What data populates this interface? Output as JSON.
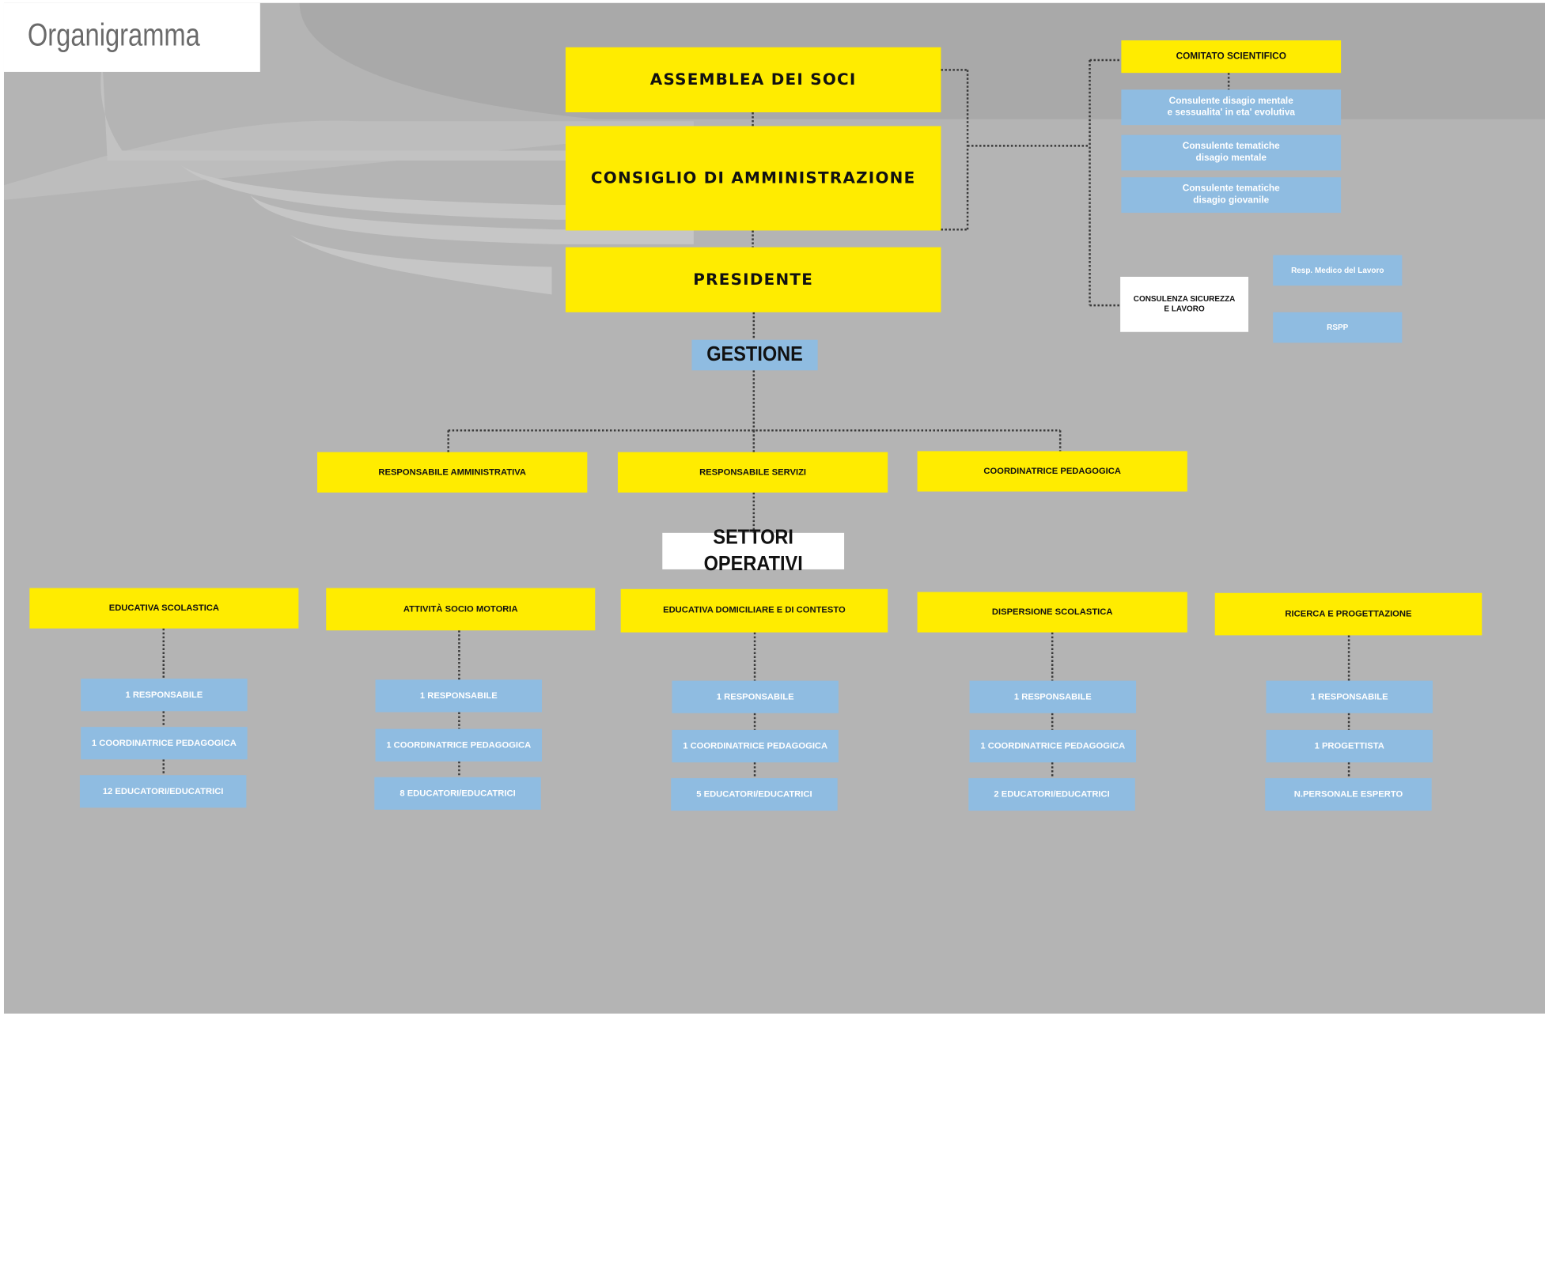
{
  "title": "Organigramma",
  "colors": {
    "background": "#b4b4b4",
    "yellow_box": "#ffec00",
    "blue_box": "#8fbce1",
    "white_box": "#ffffff",
    "connector": "#3a3a3a"
  },
  "governance": {
    "assemblea": "ASSEMBLEA DEI SOCI",
    "consiglio": "CONSIGLIO DI AMMINISTRAZIONE",
    "presidente": "PRESIDENTE"
  },
  "comitato": {
    "title": "COMITATO SCIENTIFICO",
    "members": [
      "Consulente disagio mentale\ne sessualita' in eta' evolutiva",
      "Consulente tematiche\ndisagio mentale",
      "Consulente tematiche\ndisagio giovanile"
    ]
  },
  "sicurezza": {
    "title": "CONSULENZA SICUREZZA\nE LAVORO",
    "members": [
      "Resp. Medico del Lavoro",
      "RSPP"
    ]
  },
  "gestione": {
    "title": "GESTIONE",
    "roles": [
      "RESPONSABILE AMMINISTRATIVA",
      "RESPONSABILE SERVIZI",
      "COORDINATRICE PEDAGOGICA"
    ]
  },
  "settori": {
    "title": "SETTORI OPERATIVI",
    "items": [
      {
        "name": "EDUCATIVA SCOLASTICA",
        "staff": [
          "1 RESPONSABILE",
          "1 COORDINATRICE PEDAGOGICA",
          "12 EDUCATORI/EDUCATRICI"
        ]
      },
      {
        "name": "ATTIVITÀ SOCIO MOTORIA",
        "staff": [
          "1 RESPONSABILE",
          "1 COORDINATRICE PEDAGOGICA",
          "8 EDUCATORI/EDUCATRICI"
        ]
      },
      {
        "name": "EDUCATIVA DOMICILIARE E DI CONTESTO",
        "staff": [
          "1 RESPONSABILE",
          "1 COORDINATRICE PEDAGOGICA",
          "5 EDUCATORI/EDUCATRICI"
        ]
      },
      {
        "name": "DISPERSIONE SCOLASTICA",
        "staff": [
          "1 RESPONSABILE",
          "1 COORDINATRICE PEDAGOGICA",
          "2 EDUCATORI/EDUCATRICI"
        ]
      },
      {
        "name": "RICERCA E PROGETTAZIONE",
        "staff": [
          "1 RESPONSABILE",
          "1 PROGETTISTA",
          "N.PERSONALE ESPERTO"
        ]
      }
    ]
  }
}
